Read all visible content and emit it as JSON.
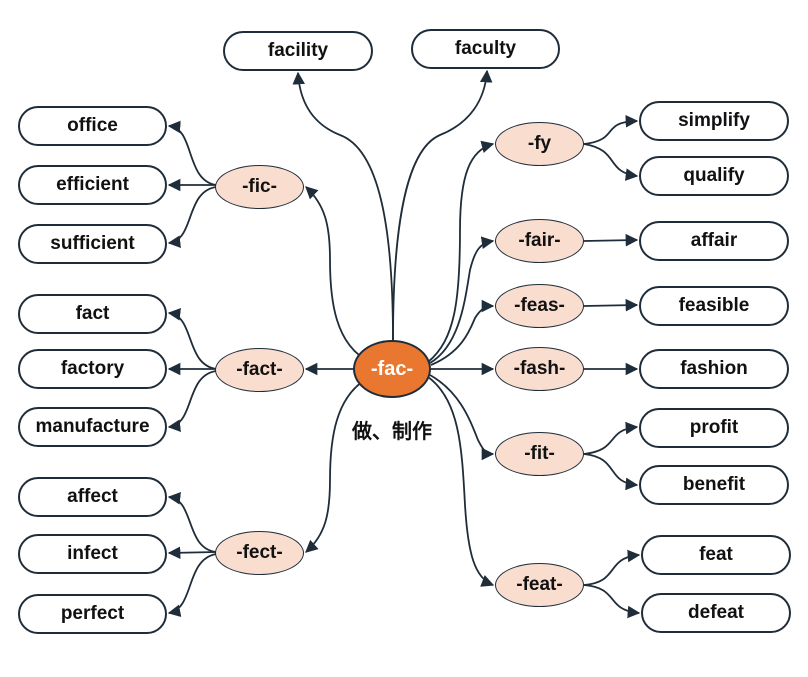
{
  "root": {
    "label": "-fac-",
    "meaning": "做、制作"
  },
  "top_words": [
    {
      "label": "facility"
    },
    {
      "label": "faculty"
    }
  ],
  "left_branches": [
    {
      "affix": "-fic-",
      "words": [
        "office",
        "efficient",
        "sufficient"
      ]
    },
    {
      "affix": "-fact-",
      "words": [
        "fact",
        "factory",
        "manufacture"
      ]
    },
    {
      "affix": "-fect-",
      "words": [
        "affect",
        "infect",
        "perfect"
      ]
    }
  ],
  "right_branches": [
    {
      "affix": "-fy",
      "words": [
        "simplify",
        "qualify"
      ]
    },
    {
      "affix": "-fair-",
      "words": [
        "affair"
      ]
    },
    {
      "affix": "-feas-",
      "words": [
        "feasible"
      ]
    },
    {
      "affix": "-fash-",
      "words": [
        "fashion"
      ]
    },
    {
      "affix": "-fit-",
      "words": [
        "profit",
        "benefit"
      ]
    },
    {
      "affix": "-feat-",
      "words": [
        "feat",
        "defeat"
      ]
    }
  ],
  "colors": {
    "root_fill": "#e9772f",
    "affix_fill": "#f9ddcf",
    "outline": "#1f2d3a",
    "edge": "#1f2d3a"
  }
}
